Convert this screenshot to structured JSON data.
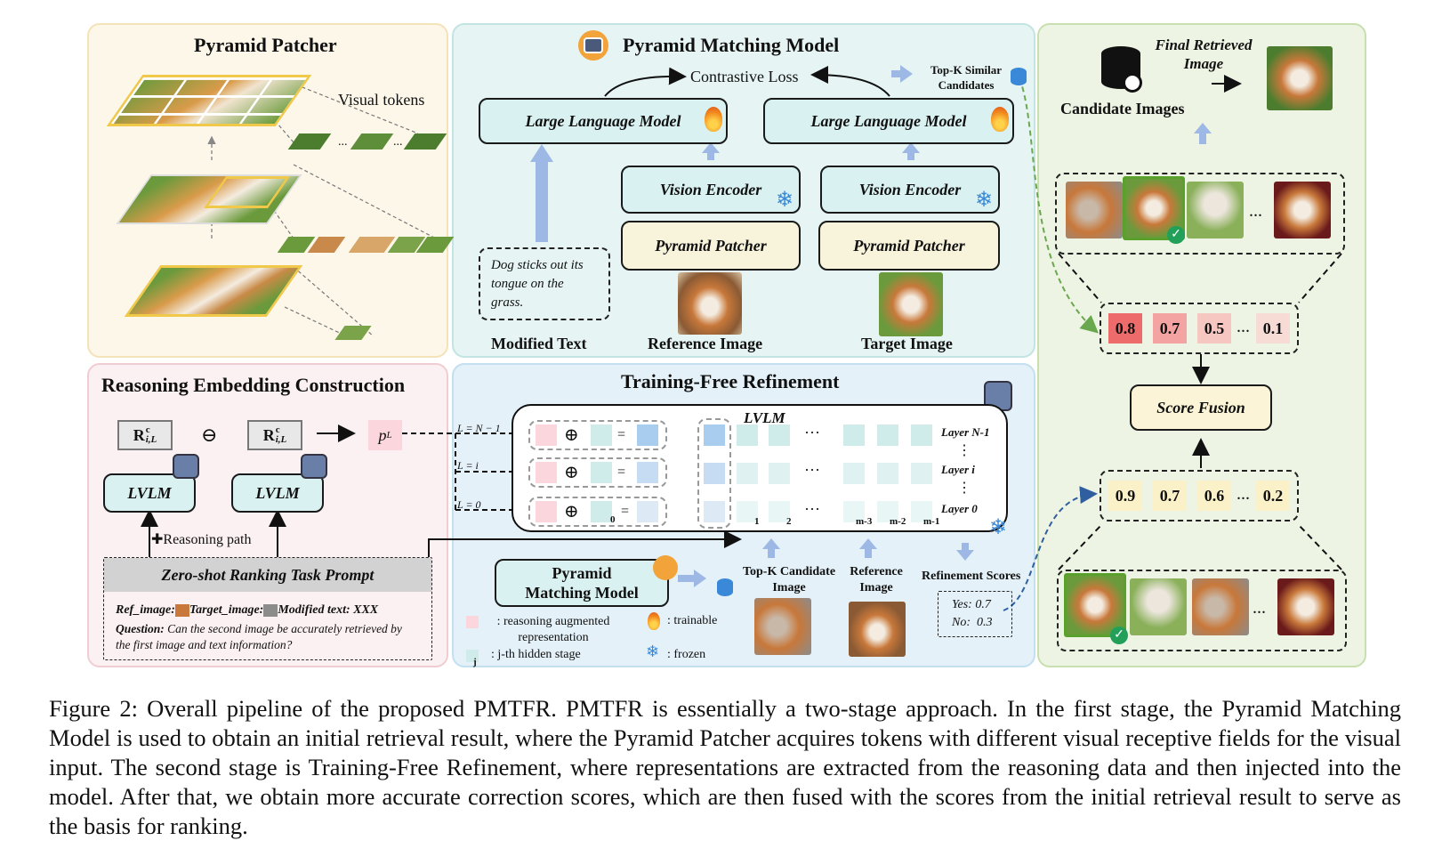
{
  "figure": {
    "pyramid_patcher": {
      "title": "Pyramid Patcher",
      "visual_tokens": "Visual tokens"
    },
    "pyramid_matching": {
      "title": "Pyramid Matching Model",
      "contrastive_loss": "Contrastive Loss",
      "topk_label": "Top-K Similar Candidates",
      "llm_left": "Large Language Model",
      "llm_right": "Large Language Model",
      "vision_encoder_left": "Vision Encoder",
      "vision_encoder_right": "Vision Encoder",
      "pyramid_patcher_left": "Pyramid Patcher",
      "pyramid_patcher_right": "Pyramid Patcher",
      "modified_text_example": "Dog sticks out its tongue on the grass.",
      "modified_text_label": "Modified Text",
      "reference_image_label": "Reference Image",
      "target_image_label": "Target Image"
    },
    "retrieval": {
      "final_label": "Final Retrieved Image",
      "candidate_label": "Candidate Images",
      "ellipsis": "...",
      "initial_scores": [
        "0.8",
        "0.7",
        "0.5",
        "0.1"
      ],
      "refined_scores": [
        "0.9",
        "0.7",
        "0.6",
        "0.2"
      ],
      "score_fusion": "Score Fusion",
      "initial_score_colors": [
        "#ee6b6b",
        "#f4a3a3",
        "#f6c6c0",
        "#f7dcd6"
      ],
      "refined_score_color": "#fbf1c9"
    },
    "reasoning": {
      "title": "Reasoning Embedding Construction",
      "r_left": "R",
      "r_left_sup": "c",
      "r_left_sub": "i,L",
      "r_right": "R",
      "r_right_sup": "c",
      "r_right_sub": "i,L",
      "minus": "⊖",
      "p_label": "p",
      "p_sub": "L",
      "lvlm_left": "LVLM",
      "lvlm_right": "LVLM",
      "reasoning_path": "Reasoning path",
      "prompt_title": "Zero-shot Ranking Task Prompt",
      "prompt_ref": "Ref_image:",
      "prompt_target": "Target_image:",
      "prompt_mod": "Modified text: XXX",
      "prompt_q_label": "Question:",
      "prompt_q_text": "Can the second image be accurately retrieved by the first image and text information?"
    },
    "refinement": {
      "title": "Training-Free Refinement",
      "lvlm": "LVLM",
      "layer_tags": [
        "L = N − 1",
        "L = i",
        "L = 0"
      ],
      "layer_names": [
        "Layer N-1",
        "Layer i",
        "Layer 0"
      ],
      "oplus": "⊕",
      "equals": "=",
      "stage0": "0",
      "index_labels": [
        "1",
        "2",
        "m-3",
        "m-2",
        "m-1"
      ],
      "dots": "···",
      "vdots": "⋮",
      "pmm_label": "Pyramid Matching Model",
      "topk_candidate": "Top-K Candidate Image",
      "reference_image": "Reference Image",
      "refinement_scores": "Refinement Scores",
      "yes": "Yes: 0.7",
      "no": "No:  0.3",
      "legend_reasoning": ": reasoning augmented representation",
      "legend_hidden": ": j-th hidden stage",
      "legend_hidden_j": "j",
      "legend_trainable": ": trainable",
      "legend_frozen": ": frozen"
    },
    "caption": "Figure 2: Overall pipeline of the proposed PMTFR. PMTFR is essentially a two-stage approach. In the first stage, the Pyramid Matching Model is used to obtain an initial retrieval result, where the Pyramid Patcher acquires tokens with different visual receptive fields for the visual input. The second stage is Training-Free Refinement, where representations are extracted from the reasoning data and then injected into the model. After that, we obtain more accurate correction scores, which are then fused with the scores from the initial retrieval result to serve as the basis for ranking."
  }
}
